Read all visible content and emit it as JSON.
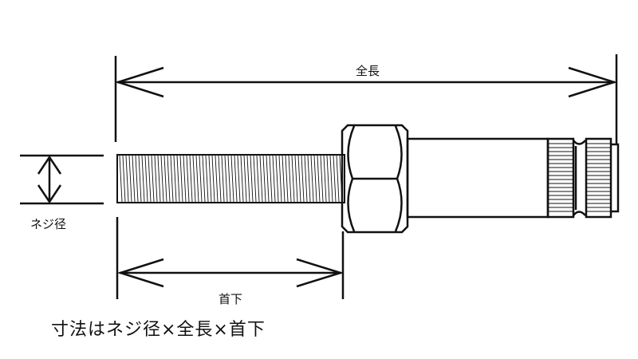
{
  "labels": {
    "overall_length": "全長",
    "thread_diameter": "ネジ径",
    "under_head_length": "首下"
  },
  "caption": "寸法はネジ径×全長×首下",
  "colors": {
    "line": "#111111",
    "background": "#ffffff"
  }
}
